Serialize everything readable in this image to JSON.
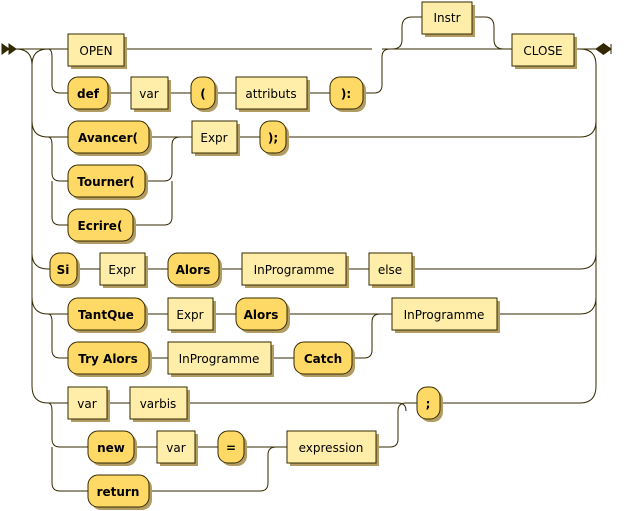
{
  "diagram": {
    "terminals": {
      "def": "def",
      "paren_open": "(",
      "colon_close": "):",
      "avancer": "Avancer(",
      "tourner": "Tourner(",
      "ecrire": "Ecrire(",
      "semi_close": ");",
      "si": "Si",
      "alors_1": "Alors",
      "tantque": "TantQue",
      "alors_2": "Alors",
      "try_alors": "Try Alors",
      "catch": "Catch",
      "new": "new",
      "equals": "=",
      "return": "return",
      "semicolon": ";"
    },
    "nonterminals": {
      "open": "OPEN",
      "var_def": "var",
      "attributs": "attributs",
      "instr": "Instr",
      "close": "CLOSE",
      "expr_call": "Expr",
      "expr_si": "Expr",
      "inprog_si": "InProgramme",
      "else": "else",
      "expr_tantque": "Expr",
      "inprog_loop": "InProgramme",
      "inprog_try": "InProgramme",
      "var_assign": "var",
      "varbis": "varbis",
      "var_new": "var",
      "expression": "expression"
    }
  },
  "colors": {
    "line": "#332900",
    "terminal_fill": "#ffd966",
    "nonterminal_fill": "#ffeeaa",
    "shadow": "#b29c62"
  }
}
